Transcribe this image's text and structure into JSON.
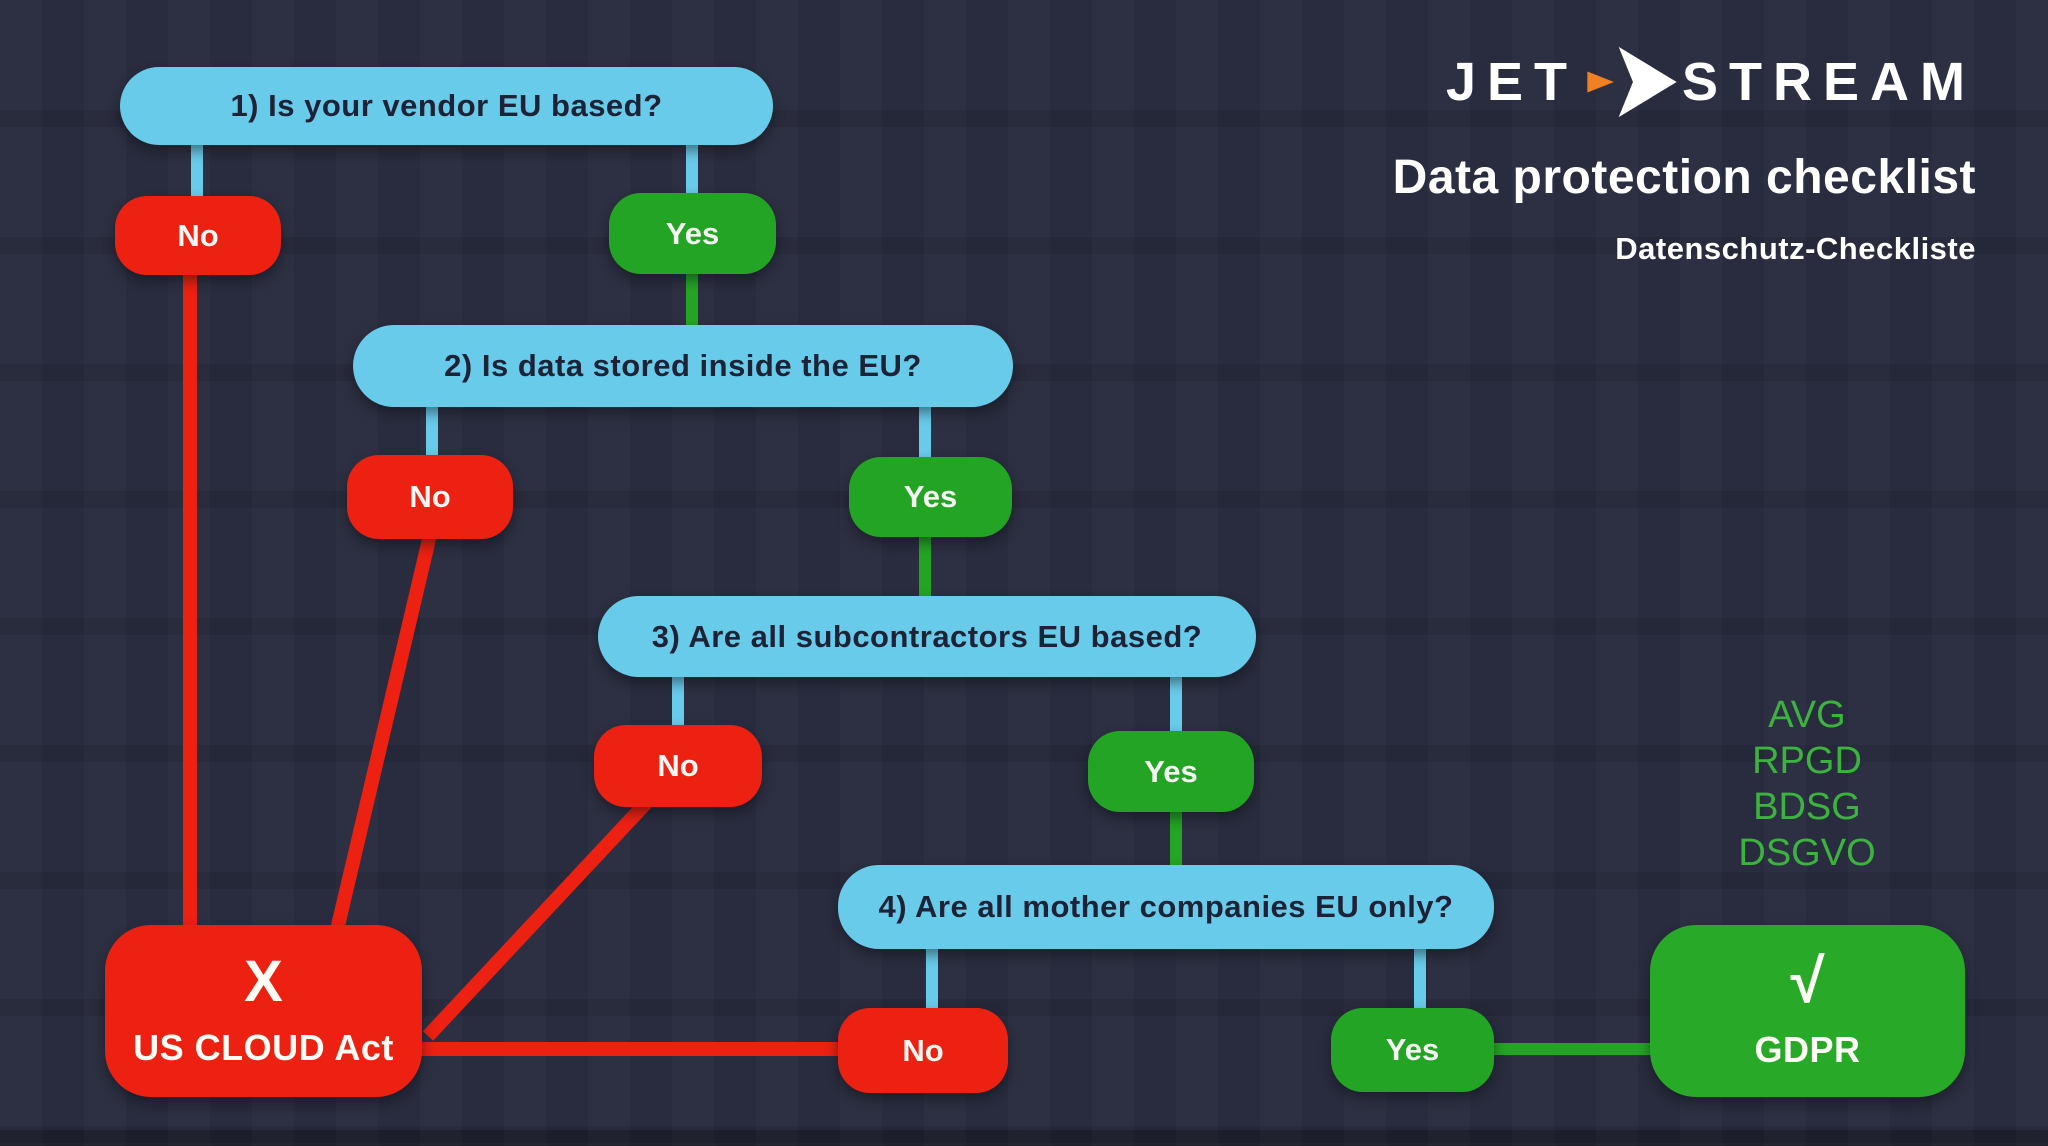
{
  "header": {
    "logo_jet": "JET",
    "logo_stream": "STREAM",
    "title": "Data protection checklist",
    "subtitle": "Datenschutz-Checkliste"
  },
  "flow": {
    "questions": [
      "1) Is your vendor EU based?",
      "2) Is data stored inside the EU?",
      "3) Are all subcontractors EU based?",
      "4) Are all mother companies EU only?"
    ],
    "no_label": "No",
    "yes_label": "Yes",
    "fail_symbol": "X",
    "fail_label": "US CLOUD Act",
    "pass_symbol": "√",
    "pass_label": "GDPR",
    "connections": [
      "q1-no -> us-cloud-act",
      "q1-yes -> q2",
      "q2-no -> us-cloud-act",
      "q2-yes -> q3",
      "q3-no -> us-cloud-act",
      "q3-yes -> q4",
      "q4-no -> us-cloud-act",
      "q4-yes -> gdpr"
    ]
  },
  "regulations": [
    "AVG",
    "RPGD",
    "BDSG",
    "DSGVO"
  ],
  "colors": {
    "background": "#2a2d3f",
    "question_blue": "#68cbe9",
    "yes_green": "#24a424",
    "outcome_green": "#28a928",
    "no_red": "#ec2112",
    "regulation_green": "#3bb33e",
    "logo_orange": "#f08122",
    "question_text": "#1d2236",
    "white_text": "#ffffff"
  }
}
